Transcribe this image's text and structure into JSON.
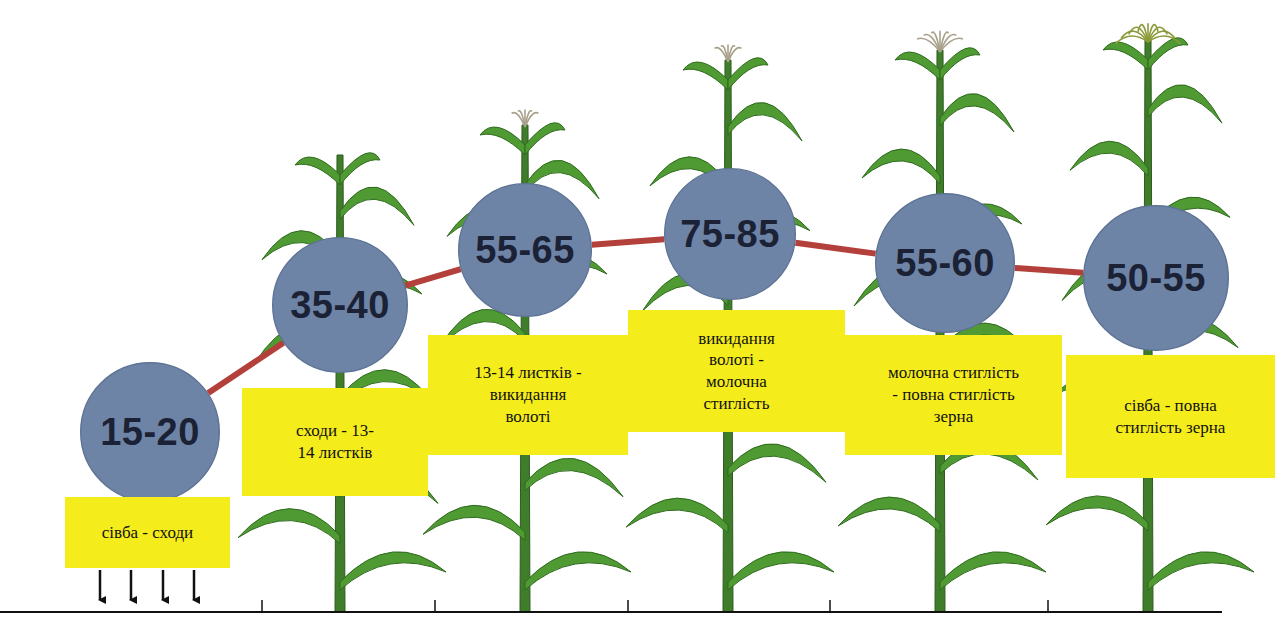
{
  "diagram": {
    "nodes": [
      {
        "text": [
          "15-20"
        ]
      },
      {
        "text": [
          "сівба - сходи"
        ]
      },
      {
        "text": [
          "35-40"
        ]
      },
      {
        "text": [
          "сходи - 13-14 листків"
        ]
      },
      {
        "text": [
          "55-65"
        ]
      },
      {
        "text": [
          "13-14 листків - викидання волоті"
        ]
      },
      {
        "text": [
          "75-85"
        ]
      },
      {
        "text": [
          "викидання волоті - молочна стиглість"
        ]
      },
      {
        "text": [
          "55-60"
        ]
      },
      {
        "text": [
          "молочна стиглість - повна стиглість зерна"
        ]
      },
      {
        "text": [
          "50-55"
        ]
      },
      {
        "text": [
          "сівба - повна стиглість зерна"
        ]
      }
    ],
    "edges": [
      {
        "from": 0,
        "to": 2,
        "arrow": "none"
      },
      {
        "from": 2,
        "to": 4,
        "arrow": "none"
      },
      {
        "from": 4,
        "to": 6,
        "arrow": "none"
      },
      {
        "from": 6,
        "to": 8,
        "arrow": "none"
      },
      {
        "from": 8,
        "to": 10,
        "arrow": "none"
      }
    ]
  }
}
